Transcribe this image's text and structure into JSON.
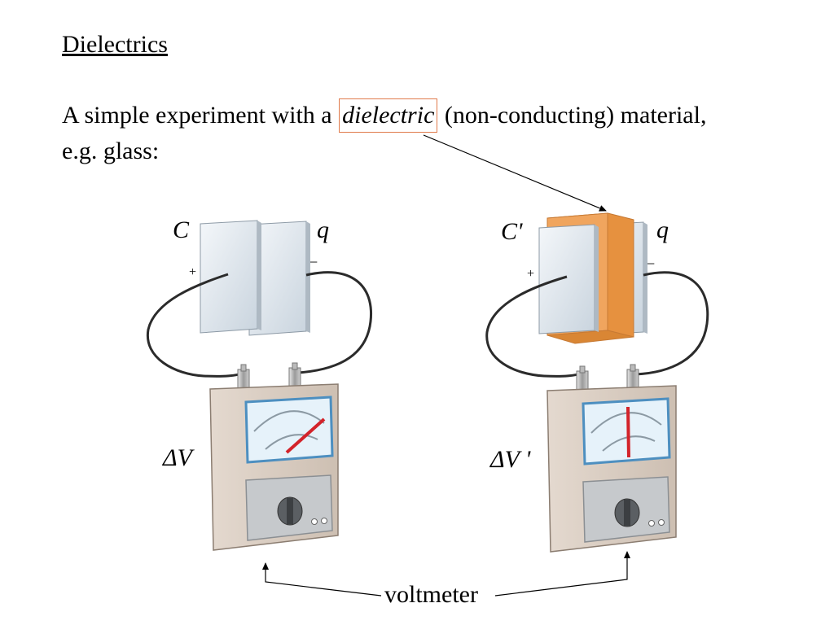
{
  "slide": {
    "title": "Dielectrics",
    "intro_before": "A simple experiment with a ",
    "intro_highlight": "dielectric",
    "intro_after": " (non-conducting) material, e.g. glass:"
  },
  "left_setup": {
    "capacitance_label": "C",
    "charge_label": "q",
    "voltage_label": "ΔV",
    "plus_sign": "+",
    "minus_sign": "−"
  },
  "right_setup": {
    "capacitance_label": "C'",
    "charge_label": "q",
    "voltage_label": "ΔV '",
    "plus_sign": "+",
    "minus_sign": "−"
  },
  "caption": {
    "voltmeter": "voltmeter"
  },
  "colors": {
    "plate": "#dde6ee",
    "dielectric": "#f0a55e",
    "meter_case": "#dccfc4",
    "needle": "#d3232a",
    "highlight_border": "#e07a4b"
  }
}
